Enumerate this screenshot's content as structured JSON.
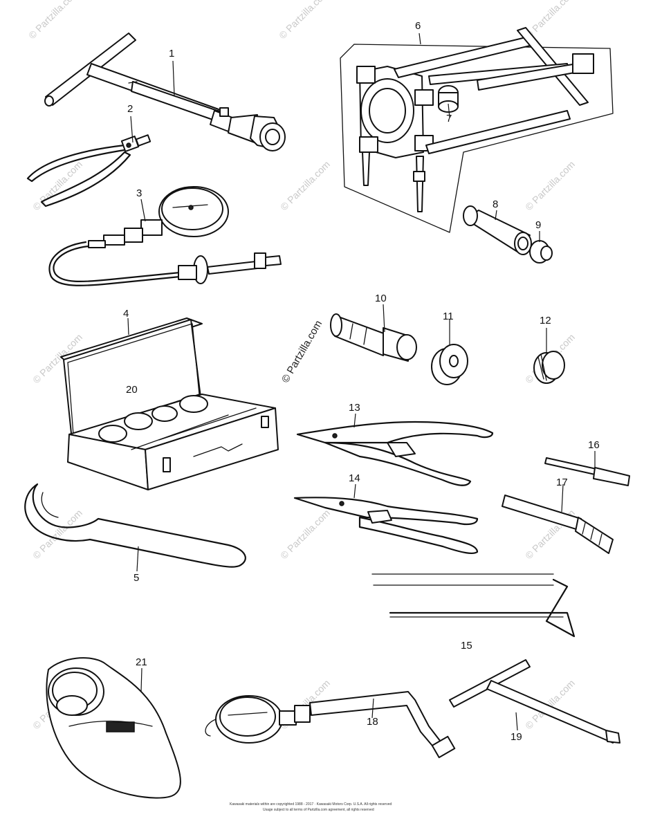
{
  "parts": [
    {
      "id": "p1",
      "label": "1"
    },
    {
      "id": "p2",
      "label": "2"
    },
    {
      "id": "p3",
      "label": "3"
    },
    {
      "id": "p4",
      "label": "4"
    },
    {
      "id": "p5",
      "label": "5"
    },
    {
      "id": "p6",
      "label": "6"
    },
    {
      "id": "p7",
      "label": "7"
    },
    {
      "id": "p8",
      "label": "8"
    },
    {
      "id": "p9",
      "label": "9"
    },
    {
      "id": "p10",
      "label": "10"
    },
    {
      "id": "p11",
      "label": "11"
    },
    {
      "id": "p12",
      "label": "12"
    },
    {
      "id": "p13",
      "label": "13"
    },
    {
      "id": "p14",
      "label": "14"
    },
    {
      "id": "p15",
      "label": "15"
    },
    {
      "id": "p16",
      "label": "16"
    },
    {
      "id": "p17",
      "label": "17"
    },
    {
      "id": "p18",
      "label": "18"
    },
    {
      "id": "p19",
      "label": "19"
    },
    {
      "id": "p20",
      "label": "20"
    },
    {
      "id": "p21",
      "label": "21"
    }
  ],
  "watermark": "© Partzilla.com",
  "footer": {
    "line1": "Kawasaki materials within are copyrighted 1988 - 2017 · Kawasaki Motors Corp. U.S.A. All rights reserved",
    "line2": "Usage subject to all terms of Partzilla.com agreement, all rights reserved"
  }
}
